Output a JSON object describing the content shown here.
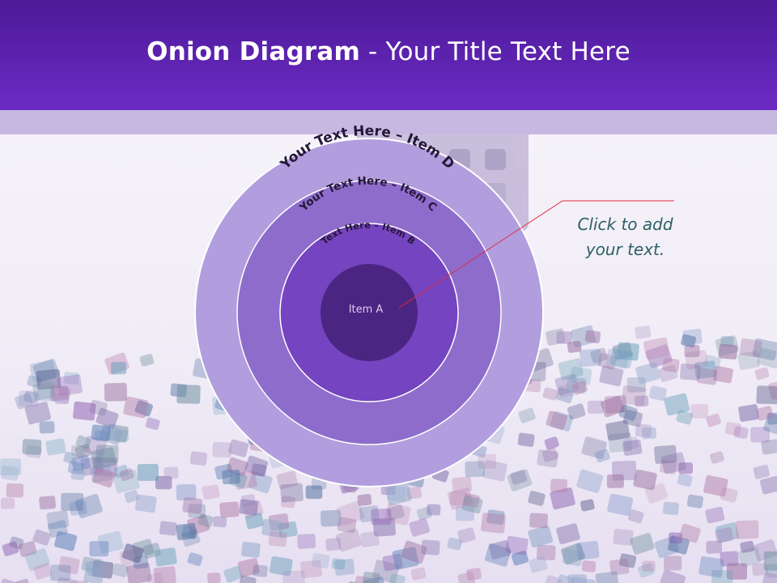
{
  "header": {
    "title_bold": "Onion Diagram",
    "title_rest": " - Your Title Text Here"
  },
  "diagram": {
    "layers": [
      {
        "label": "Your Text Here – Item D",
        "color": "#b29ede"
      },
      {
        "label": "Your Text Here – Item C",
        "color": "#8e6ccc"
      },
      {
        "label": "Text Here – Item B",
        "color": "#7544c0"
      },
      {
        "label": "Item A",
        "color": "#4b2582"
      }
    ],
    "callout_text": [
      "Click  to add",
      "your text."
    ],
    "connector_color": "#e22b40"
  },
  "colors": {
    "header": "#5a1fb0",
    "strip": "#c5b9e2",
    "label_text": "#241838"
  }
}
